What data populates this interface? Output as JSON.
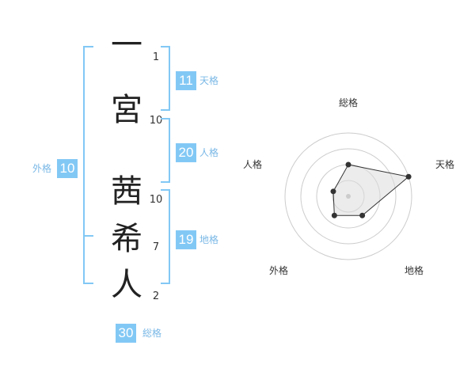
{
  "colors": {
    "accent": "#82c8f5",
    "bracket": "#82c8f5",
    "label_text": "#7ab8e6",
    "kanji_text": "#222222"
  },
  "name": {
    "characters": [
      {
        "char": "一",
        "strokes": "1"
      },
      {
        "char": "宮",
        "strokes": "10"
      },
      {
        "char": "茜",
        "strokes": "10"
      },
      {
        "char": "希",
        "strokes": "7"
      },
      {
        "char": "人",
        "strokes": "2"
      }
    ]
  },
  "fortune": {
    "tenkaku": {
      "value": "11",
      "label": "天格"
    },
    "jinkaku": {
      "value": "20",
      "label": "人格"
    },
    "chikaku": {
      "value": "19",
      "label": "地格"
    },
    "gaikaku": {
      "value": "10",
      "label": "外格"
    },
    "soukaku": {
      "value": "30",
      "label": "総格"
    }
  },
  "chart_data": {
    "type": "radar",
    "axes": [
      "総格",
      "天格",
      "地格",
      "外格",
      "人格"
    ],
    "rings": 4,
    "max": 4,
    "values": [
      2,
      4,
      1.5,
      1.5,
      1
    ]
  }
}
